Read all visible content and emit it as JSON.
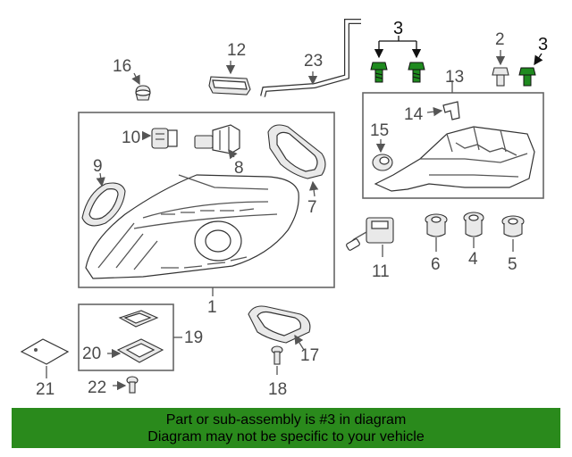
{
  "callouts": {
    "c1": "1",
    "c2": "2",
    "c3a": "3",
    "c3b": "3",
    "c4": "4",
    "c5": "5",
    "c6": "6",
    "c7": "7",
    "c8": "8",
    "c9": "9",
    "c10": "10",
    "c11": "11",
    "c12": "12",
    "c13": "13",
    "c14": "14",
    "c15": "15",
    "c16": "16",
    "c17": "17",
    "c18": "18",
    "c19": "19",
    "c20": "20",
    "c21": "21",
    "c22": "22",
    "c23": "23"
  },
  "banner": {
    "line1": "Part or sub-assembly is #3 in diagram",
    "line2": "Diagram may not be specific to your vehicle"
  },
  "colors": {
    "banner_bg": "#2a8a1c",
    "highlight_part": "#1f8a1f"
  }
}
